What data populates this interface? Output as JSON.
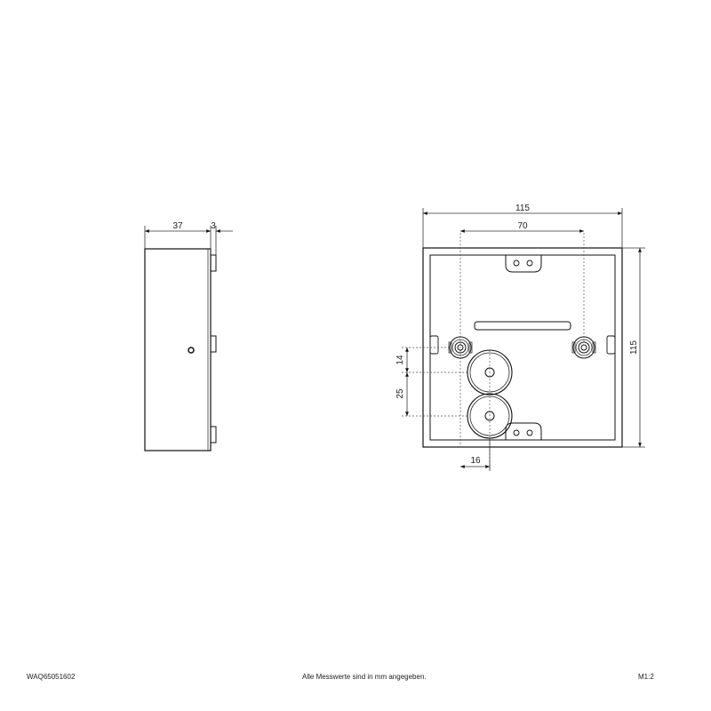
{
  "side_view": {
    "depth_label": "37",
    "flange_label": "3"
  },
  "front_view": {
    "width_label": "115",
    "hole_spacing_label": "70",
    "height_label": "115",
    "offset_upper_label": "14",
    "offset_lower_label": "25",
    "offset_x_label": "16"
  },
  "footer": {
    "article_number": "WAQ65051602",
    "note": "Alle Messwerte sind in mm angegeben.",
    "scale": "M1:2"
  }
}
